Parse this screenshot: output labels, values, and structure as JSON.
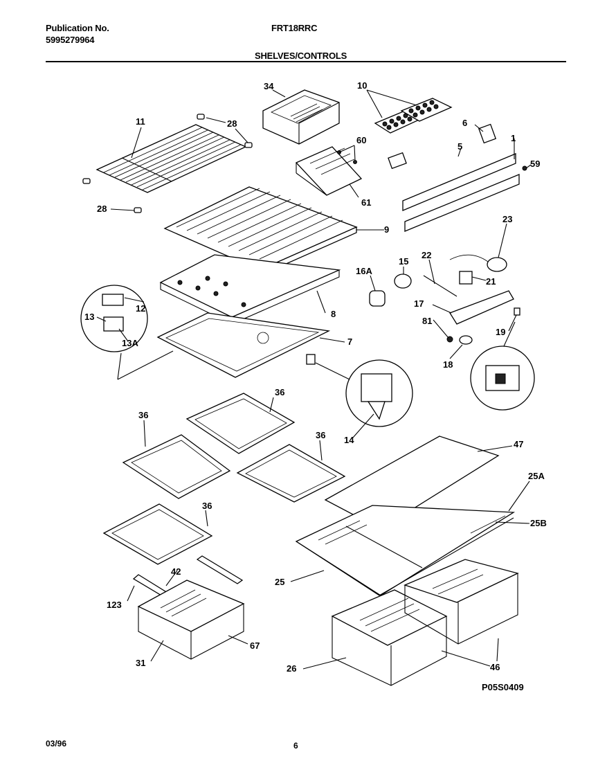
{
  "header": {
    "publication_label": "Publication No.",
    "publication_number": "5995279964",
    "model": "FRT18RRC",
    "section_title": "SHELVES/CONTROLS"
  },
  "diagram": {
    "part_labels": [
      "34",
      "10",
      "11",
      "28",
      "60",
      "6",
      "5",
      "1",
      "59",
      "28",
      "61",
      "9",
      "23",
      "22",
      "15",
      "16A",
      "21",
      "12",
      "13",
      "13A",
      "17",
      "8",
      "81",
      "19",
      "7",
      "18",
      "36",
      "14",
      "36",
      "36",
      "47",
      "25A",
      "36",
      "25B",
      "42",
      "25",
      "123",
      "67",
      "31",
      "26",
      "46"
    ],
    "drawing_code": "P05S0409"
  },
  "footer": {
    "date": "03/96",
    "page": "6"
  }
}
